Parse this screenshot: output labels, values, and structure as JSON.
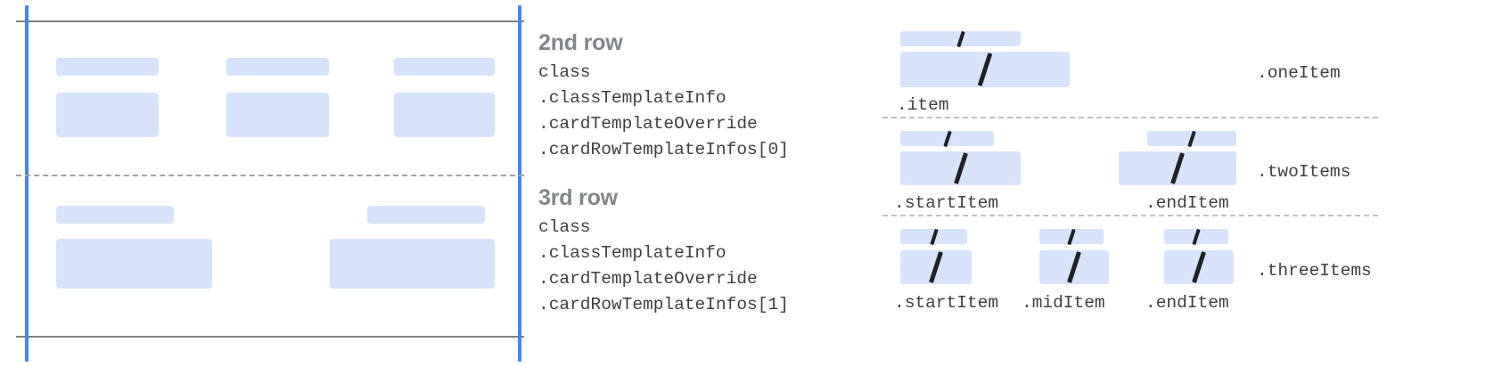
{
  "colors": {
    "placeholder_fill": "#d7e3fb",
    "guide_blue": "#4285f4",
    "rule_gray": "#808080",
    "dash_gray": "#9aa0a6",
    "heading_gray": "#80868b",
    "mono_text": "#3c4043",
    "slash_dark": "#202124"
  },
  "card_mock": {
    "name": "card-row-preview",
    "row2_placeholders": [
      {
        "label": "row2-col1-title"
      },
      {
        "label": "row2-col1-body"
      },
      {
        "label": "row2-col2-title"
      },
      {
        "label": "row2-col2-body"
      },
      {
        "label": "row2-col3-title"
      },
      {
        "label": "row2-col3-body"
      }
    ],
    "row3_placeholders": [
      {
        "label": "row3-col1-title"
      },
      {
        "label": "row3-col1-body"
      },
      {
        "label": "row3-col2-title"
      },
      {
        "label": "row3-col2-body"
      }
    ]
  },
  "blocks": [
    {
      "heading": "2nd row",
      "lines": [
        "class",
        ".classTemplateInfo",
        ".cardTemplateOverride",
        ".cardRowTemplateInfos[0]"
      ]
    },
    {
      "heading": "3rd row",
      "lines": [
        "class",
        ".classTemplateInfo",
        ".cardTemplateOverride",
        ".cardRowTemplateInfos[1]"
      ]
    }
  ],
  "variants": [
    {
      "name": ".oneItem",
      "items": [
        {
          "caption": ".item",
          "glyph": "slash"
        }
      ]
    },
    {
      "name": ".twoItems",
      "items": [
        {
          "caption": ".startItem",
          "glyph": "slash"
        },
        {
          "caption": ".endItem",
          "glyph": "slash"
        }
      ]
    },
    {
      "name": ".threeItems",
      "items": [
        {
          "caption": ".startItem",
          "glyph": "slash"
        },
        {
          "caption": ".midItem",
          "glyph": "slash"
        },
        {
          "caption": ".endItem",
          "glyph": "slash"
        }
      ]
    }
  ]
}
